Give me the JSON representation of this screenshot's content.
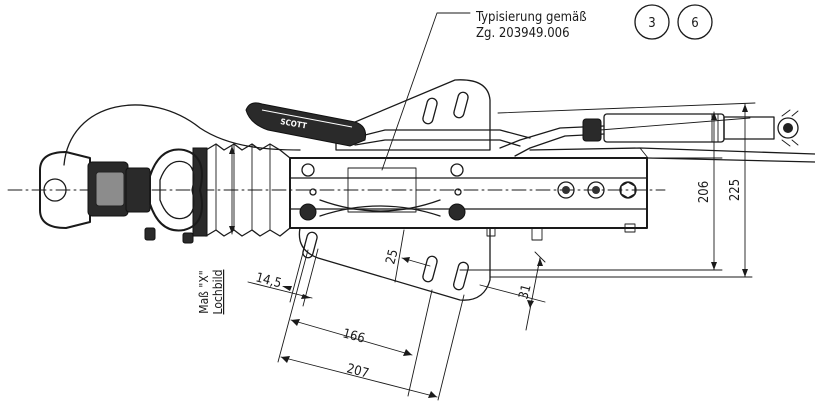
{
  "drawing": {
    "note_line1": "Typisierung gemäß",
    "note_line2": "Zg. 203949.006",
    "circle_refs": [
      "3",
      "6"
    ],
    "handle_brand": "SCOTT",
    "vertical_label_1": "Maß \"X\"",
    "vertical_label_2": "Lochbild",
    "dimensions": {
      "d_14_5": "14,5",
      "d_166": "166",
      "d_207": "207",
      "d_25": "25",
      "d_31": "31",
      "d_206": "206",
      "d_225": "225"
    }
  }
}
